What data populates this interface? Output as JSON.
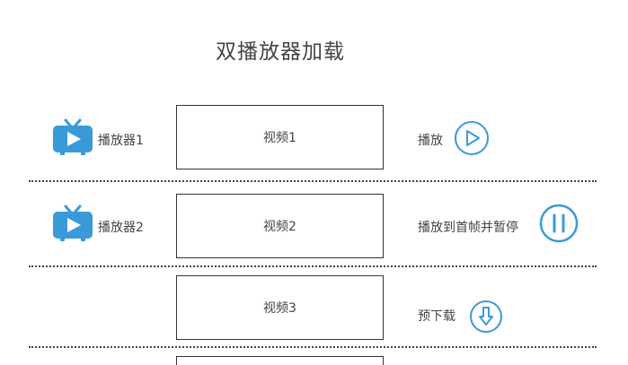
{
  "title": "双播放器加载",
  "rows": [
    {
      "player_label": "播放器1",
      "video_label": "视频1",
      "action_label": "播放",
      "action_icon": "play-circle-icon"
    },
    {
      "player_label": "播放器2",
      "video_label": "视频2",
      "action_label": "播放到首帧并暂停",
      "action_icon": "pause-circle-icon"
    },
    {
      "player_label": "",
      "video_label": "视频3",
      "action_label": "预下载",
      "action_icon": "download-circle-icon"
    }
  ],
  "colors": {
    "accent": "#3a9ad9",
    "tv_icon": "#3a9ad9",
    "border": "#333333"
  }
}
